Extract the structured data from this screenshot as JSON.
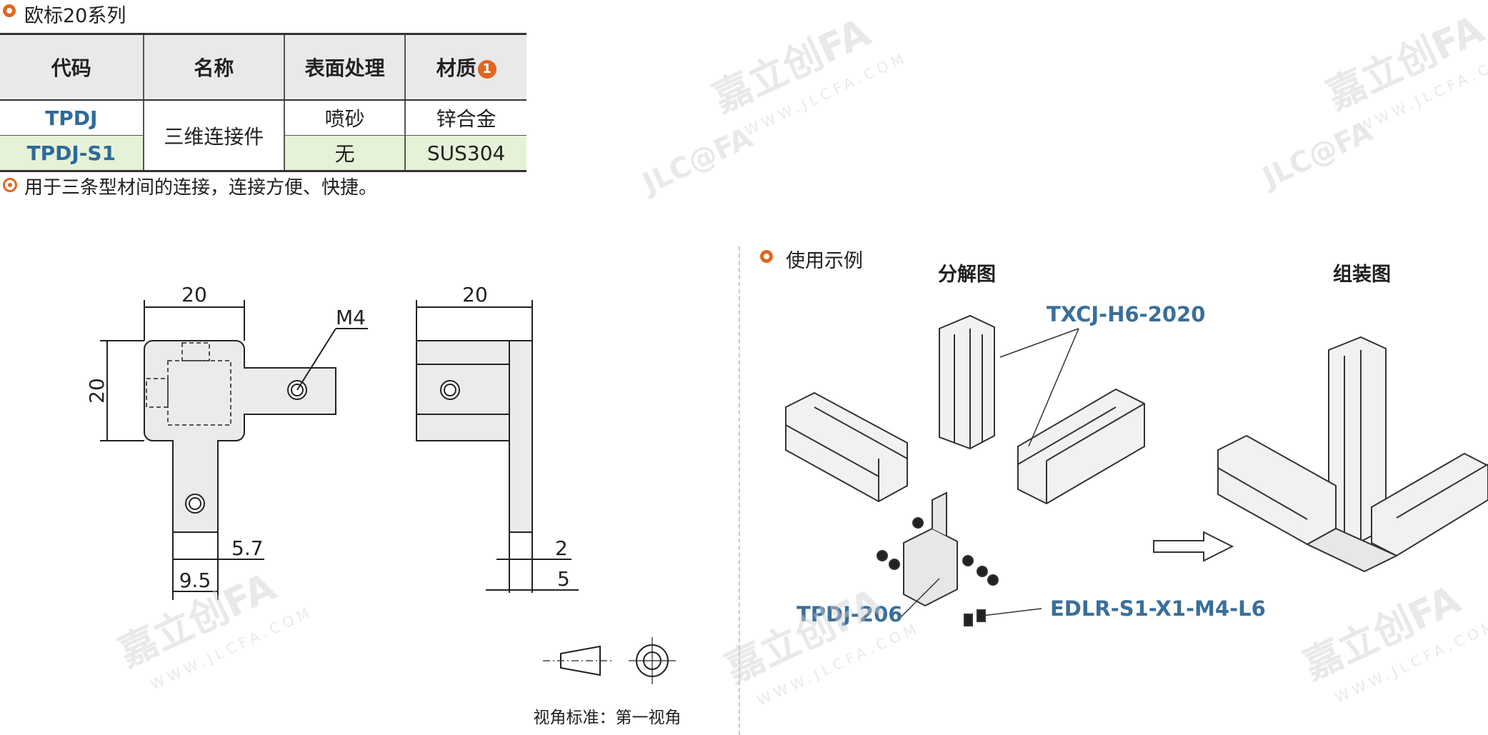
{
  "header": {
    "title": "欧标20系列"
  },
  "table": {
    "columns": [
      "代码",
      "名称",
      "表面处理",
      "材质"
    ],
    "material_badge": "1",
    "rows": [
      {
        "code": "TPDJ",
        "finish": "喷砂",
        "material": "锌合金"
      },
      {
        "code": "TPDJ-S1",
        "finish": "无",
        "material": "SUS304"
      }
    ],
    "shared_name": "三维连接件"
  },
  "description": "用于三条型材间的连接，连接方便、快捷。",
  "drawing": {
    "front_width": "20",
    "front_height": "20",
    "thread": "M4",
    "slot_width": "5.7",
    "leg_width": "9.5",
    "side_width": "20",
    "side_t1": "2",
    "side_t2": "5",
    "projection_note": "视角标准：第一视角"
  },
  "usage": {
    "title": "使用示例",
    "exploded_label": "分解图",
    "assembled_label": "组装图",
    "part_profile": "TXCJ-H6-2020",
    "part_connector": "TPDJ-206",
    "part_screw": "EDLR-S1-X1-M4-L6"
  },
  "watermark": {
    "brand": "嘉立创FA",
    "logo": "JLC@FA",
    "url": "WWW.JLCFA.COM"
  },
  "colors": {
    "accent": "#e0661f",
    "code_blue": "#2f6a9a",
    "row_green": "#e6f2d7",
    "header_gray": "#e9e9e9"
  }
}
